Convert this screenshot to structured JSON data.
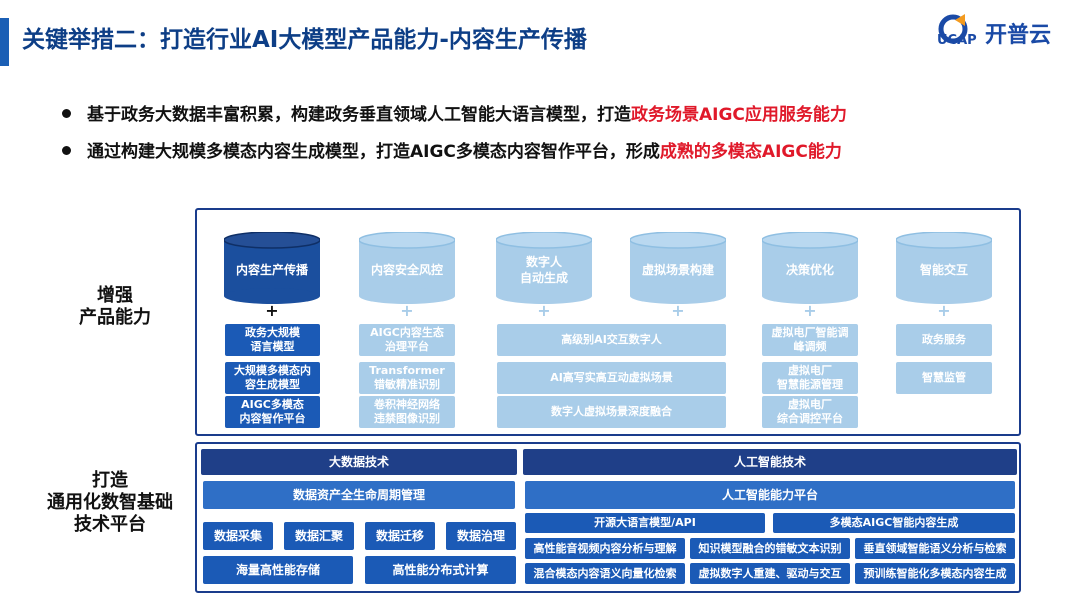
{
  "title": "关键举措二：打造行业AI大模型产品能力-内容生产传播",
  "logo": {
    "icon_name": "ucap-logo-icon",
    "mark": "UCAP",
    "brand": "开普云"
  },
  "bullets": [
    {
      "text": "基于政务大数据丰富积累，构建政务垂直领域人工智能大语言模型，打造",
      "highlight": "政务场景AIGC应用服务能力"
    },
    {
      "text": "通过构建大规模多模态内容生成模型，打造AIGC多模态内容智作平台，形成",
      "highlight": "成熟的多模态AIGC能力"
    }
  ],
  "colors": {
    "accent_red": "#e0192a",
    "navy": "#1f3f88",
    "dark_blue": "#1b5ab6",
    "light_blue": "#a9cde9",
    "frame": "#1a3c8c"
  },
  "enhance": {
    "side_label_line1": "增强",
    "side_label_line2": "产品能力",
    "plus": "+",
    "columns": [
      {
        "name": "内容生产传播",
        "highlighted": true,
        "items": [
          "政务大规模\n语言模型",
          "大规模多模态内\n容生成模型",
          "AIGC多模态\n内容智作平台"
        ]
      },
      {
        "name": "内容安全风控",
        "highlighted": false,
        "items": [
          "AIGC内容生态\n治理平台",
          "Transformer\n错敏精准识别",
          "卷积神经网络\n违禁图像识别"
        ]
      },
      {
        "name": "数字人\n自动生成",
        "highlighted": false,
        "items": [
          "高级别AI交互数字人",
          "AI高写实高互动虚拟场景",
          "数字人虚拟场景深度融合"
        ]
      },
      {
        "name": "虚拟场景构建",
        "highlighted": false,
        "items": []
      },
      {
        "name": "决策优化",
        "highlighted": false,
        "items": [
          "虚拟电厂智能调\n峰调频",
          "虚拟电厂\n智慧能源管理",
          "虚拟电厂\n综合调控平台"
        ]
      },
      {
        "name": "智能交互",
        "highlighted": false,
        "items": [
          "政务服务",
          "智慧监管"
        ]
      }
    ]
  },
  "platform": {
    "side_label_line1": "打造",
    "side_label_line2": "通用化数智基础",
    "side_label_line3": "技术平台",
    "bigdata": {
      "header": "大数据技术",
      "lifecycle": "数据资产全生命周期管理",
      "row1": [
        "数据采集",
        "数据汇聚",
        "数据迁移",
        "数据治理"
      ],
      "row2": [
        "海量高性能存储",
        "高性能分布式计算"
      ]
    },
    "ai": {
      "header": "人工智能技术",
      "platform": "人工智能能力平台",
      "row1": [
        "开源大语言模型/API",
        "多模态AIGC智能内容生成"
      ],
      "row2": [
        "高性能音视频内容分析与理解",
        "知识模型融合的错敏文本识别",
        "垂直领域智能语义分析与检索"
      ],
      "row3": [
        "混合模态内容语义向量化检索",
        "虚拟数字人重建、驱动与交互",
        "预训练智能化多模态内容生成"
      ]
    }
  }
}
